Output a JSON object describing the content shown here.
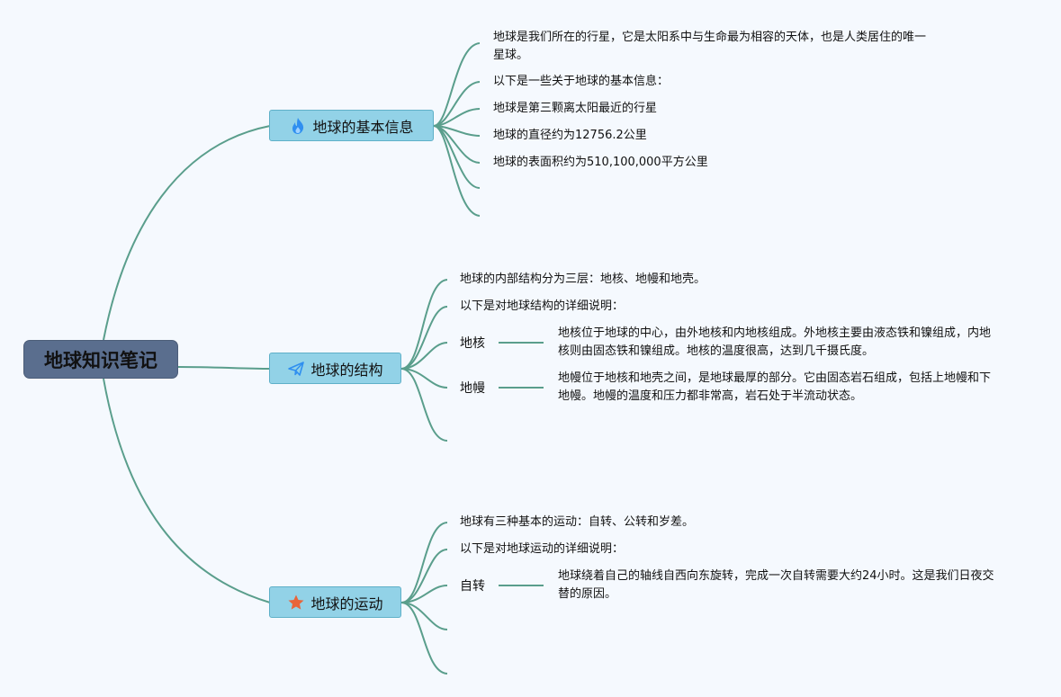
{
  "root": {
    "label": "地球知识笔记"
  },
  "branches": [
    {
      "label": "地球的基本信息",
      "icon": "flame-icon",
      "icon_color": "#2f8ff0",
      "items": [
        "地球是我们所在的行星，它是太阳系中与生命最为相容的天体，也是人类居住的唯一星球。",
        "以下是一些关于地球的基本信息：",
        "地球是第三颗离太阳最近的行星",
        "地球的直径约为12756.2公里",
        "地球的表面积约为510,100,000平方公里"
      ]
    },
    {
      "label": "地球的结构",
      "icon": "paper-plane-icon",
      "icon_color": "#2f8ff0",
      "items": [
        "地球的内部结构分为三层：地核、地幔和地壳。",
        "以下是对地球结构的详细说明："
      ],
      "subtopics": [
        {
          "label": "地核",
          "detail": "地核位于地球的中心，由外地核和内地核组成。外地核主要由液态铁和镍组成，内地核则由固态铁和镍组成。地核的温度很高，达到几千摄氏度。"
        },
        {
          "label": "地幔",
          "detail": "地幔位于地核和地壳之间，是地球最厚的部分。它由固态岩石组成，包括上地幔和下地幔。地幔的温度和压力都非常高，岩石处于半流动状态。"
        }
      ]
    },
    {
      "label": "地球的运动",
      "icon": "star-icon",
      "icon_color": "#e8643a",
      "items": [
        "地球有三种基本的运动：自转、公转和岁差。",
        "以下是对地球运动的详细说明："
      ],
      "subtopics": [
        {
          "label": "自转",
          "detail": "地球绕着自己的轴线自西向东旋转，完成一次自转需要大约24小时。这是我们日夜交替的原因。"
        }
      ]
    }
  ],
  "colors": {
    "line": "#5a9e8c",
    "root_bg": "#5a6e8e",
    "branch_bg": "#92d2e7",
    "background": "#f5f9fe"
  }
}
